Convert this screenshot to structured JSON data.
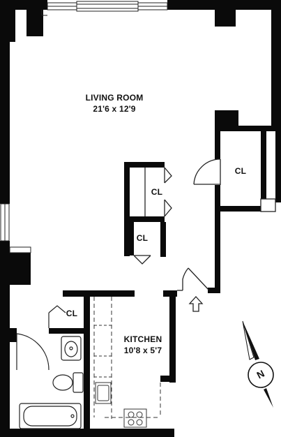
{
  "rooms": {
    "living": {
      "name": "LIVING ROOM",
      "dims": "21'6 x 12'9"
    },
    "kitchen": {
      "name": "KITCHEN",
      "dims": "10'8 x 5'7"
    }
  },
  "closets": {
    "upper_right": "CL",
    "middle_upper": "CL",
    "middle_lower": "CL",
    "bath": "CL"
  },
  "compass": {
    "letter": "N"
  },
  "colors": {
    "wall": "#0a0a0a",
    "line": "#222222",
    "dash": "#555555"
  }
}
